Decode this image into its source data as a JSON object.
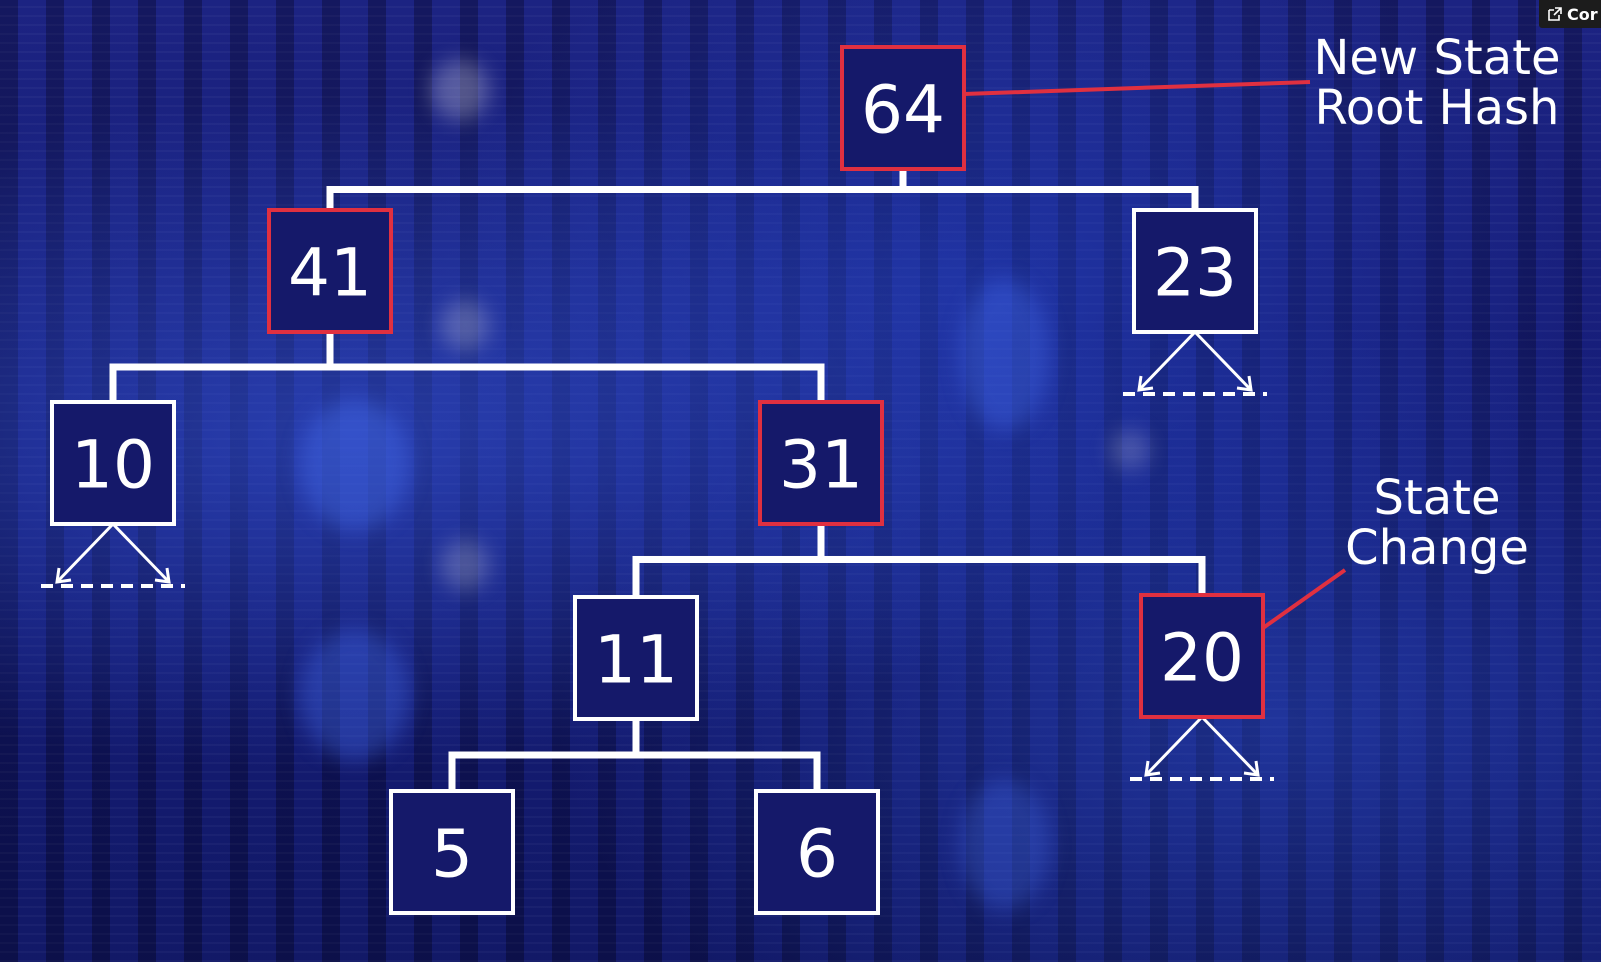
{
  "colors": {
    "changed_border": "#e03040",
    "unchanged_border": "#ffffff",
    "line": "#ffffff",
    "background": "#141a6e"
  },
  "nodes": [
    {
      "id": "n64",
      "label": "64",
      "changed": true
    },
    {
      "id": "n41",
      "label": "41",
      "changed": true
    },
    {
      "id": "n23",
      "label": "23",
      "changed": false
    },
    {
      "id": "n10",
      "label": "10",
      "changed": false
    },
    {
      "id": "n31",
      "label": "31",
      "changed": true
    },
    {
      "id": "n11",
      "label": "11",
      "changed": false
    },
    {
      "id": "n20",
      "label": "20",
      "changed": true
    },
    {
      "id": "n5",
      "label": "5",
      "changed": false
    },
    {
      "id": "n6",
      "label": "6",
      "changed": false
    }
  ],
  "edges": [
    [
      "n64",
      "n41"
    ],
    [
      "n64",
      "n23"
    ],
    [
      "n41",
      "n10"
    ],
    [
      "n41",
      "n31"
    ],
    [
      "n31",
      "n11"
    ],
    [
      "n31",
      "n20"
    ],
    [
      "n11",
      "n5"
    ],
    [
      "n11",
      "n6"
    ]
  ],
  "truncated_nodes": [
    "n23",
    "n10",
    "n20"
  ],
  "annotations": {
    "root": {
      "target": "n64",
      "lines": [
        "New State",
        "Root Hash"
      ]
    },
    "change": {
      "target": "n20",
      "lines": [
        "State",
        "Change"
      ]
    }
  },
  "corner_button": {
    "icon": "external-link-icon",
    "label": "Cor"
  }
}
